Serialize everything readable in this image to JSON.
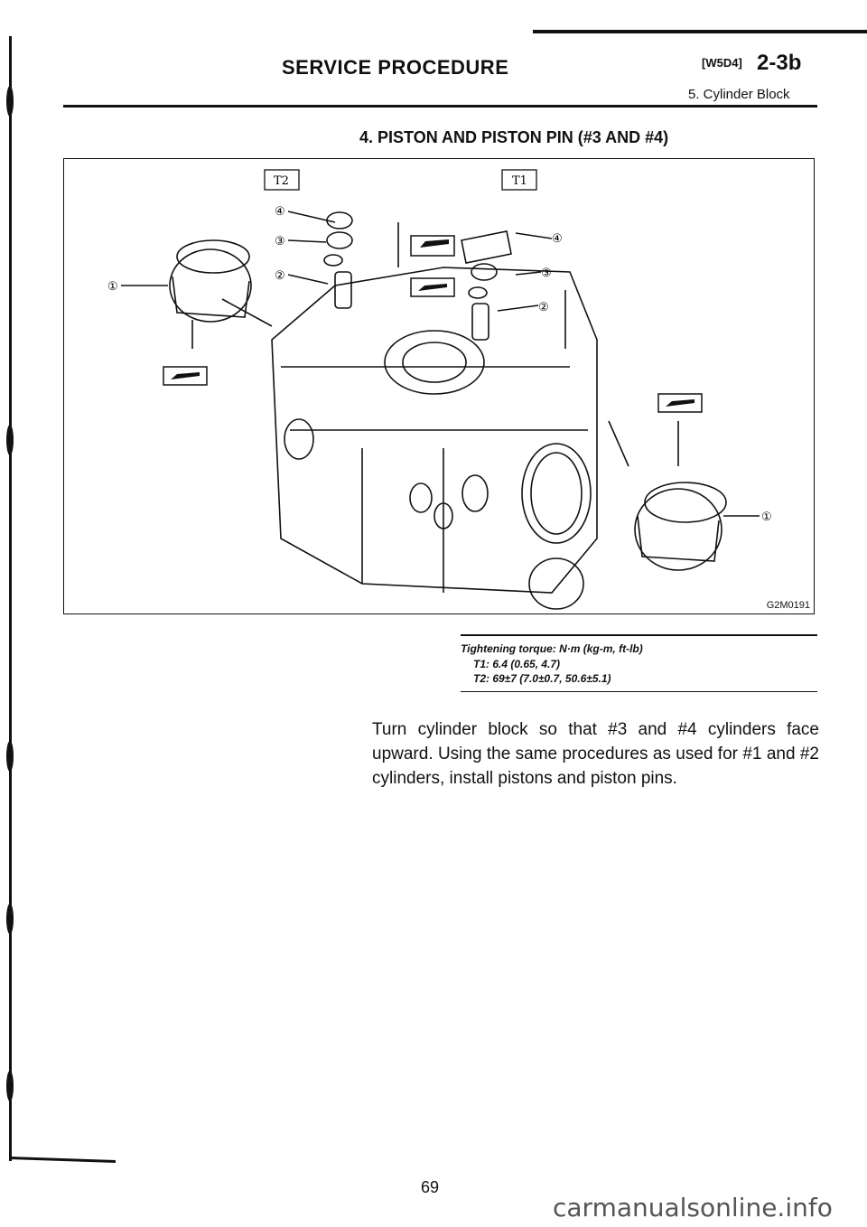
{
  "header": {
    "title": "SERVICE PROCEDURE",
    "code": "[W5D4]",
    "section_number": "2-3b",
    "subsection": "5. Cylinder Block"
  },
  "section_title": "4. PISTON AND PISTON PIN (#3 AND #4)",
  "figure": {
    "code": "G2M0191",
    "labels": {
      "t2": "T2",
      "t1": "T1",
      "c1": "①",
      "c2": "②",
      "c3": "③",
      "c4": "④"
    },
    "icons": [
      "oil-can-icon",
      "liquid-gasket-icon"
    ]
  },
  "torque": {
    "heading": "Tightening torque: N·m (kg-m, ft-lb)",
    "t1": "T1: 6.4 (0.65, 4.7)",
    "t2": "T2: 69±7 (7.0±0.7, 50.6±5.1)"
  },
  "body_text": "Turn cylinder block so that #3 and #4 cylinders face upward. Using the same procedures as used for #1 and #2 cylinders, install pistons and piston pins.",
  "page_number": "69",
  "watermark": "carmanualsonline.info"
}
